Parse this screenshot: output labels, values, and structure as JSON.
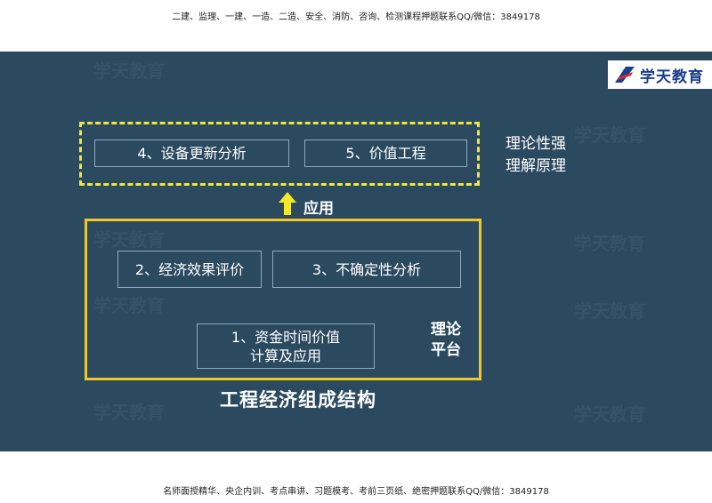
{
  "header": {
    "banner_text": "二建、监理、一建、一造、二造、安全、消防、咨询、检测课程押题联系QQ/微信：3849178"
  },
  "footer": {
    "banner_text": "名师面授精华、央企内训、考点串讲、习题模考、考前三页纸、绝密押题联系QQ/微信：3849178"
  },
  "logo": {
    "text": "学天教育",
    "brand_color": "#1a3f8c",
    "accent_color": "#d62b2b"
  },
  "watermark": {
    "text": "学天教育"
  },
  "diagram": {
    "title": "工程经济组成结构",
    "apply_label": "应用",
    "right_note": {
      "line1": "理论性强",
      "line2": "理解原理"
    },
    "platform_label": {
      "line1": "理论",
      "line2": "平台"
    },
    "boxes": {
      "box4": "4、设备更新分析",
      "box5": "5、价值工程",
      "box2": "2、经济效果评价",
      "box3": "3、不确定性分析",
      "box1_line1": "1、资金时间价值",
      "box1_line2": "计算及应用"
    },
    "colors": {
      "background": "#2b4a60",
      "dashed_border": "#f0e63c",
      "solid_border": "#f0c82a",
      "arrow": "#f5ea2a",
      "box_border": "#8ea8bd"
    }
  }
}
